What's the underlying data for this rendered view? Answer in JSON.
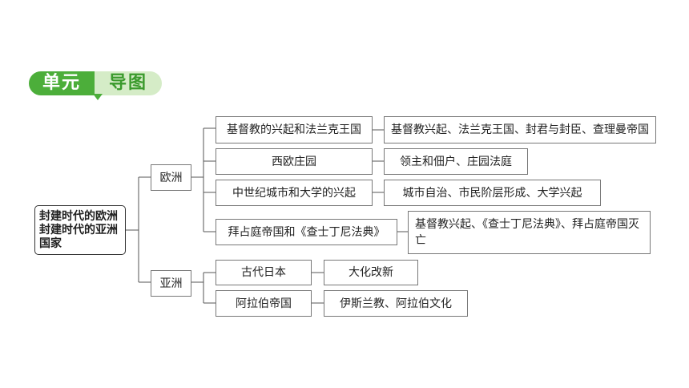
{
  "header": {
    "part1": "单元",
    "part2": "导图"
  },
  "root": {
    "line1": "封建时代的欧洲",
    "line2": "封建时代的亚洲",
    "line3": "国家"
  },
  "europe": {
    "label": "欧洲",
    "items": [
      {
        "topic": "基督教的兴起和法兰克王国",
        "detail": "基督教兴起、法兰克王国、封君与封臣、查理曼帝国"
      },
      {
        "topic": "西欧庄园",
        "detail": "领主和佃户、庄园法庭"
      },
      {
        "topic": "中世纪城市和大学的兴起",
        "detail": "城市自治、市民阶层形成、大学兴起"
      },
      {
        "topic": "拜占庭帝国和《查士丁尼法典》",
        "detail": "基督教兴起、《查士丁尼法典》、拜占庭帝国灭亡"
      }
    ]
  },
  "asia": {
    "label": "亚洲",
    "items": [
      {
        "topic": "古代日本",
        "detail": "大化改新"
      },
      {
        "topic": "阿拉伯帝国",
        "detail": "伊斯兰教、阿拉伯文化"
      }
    ]
  }
}
